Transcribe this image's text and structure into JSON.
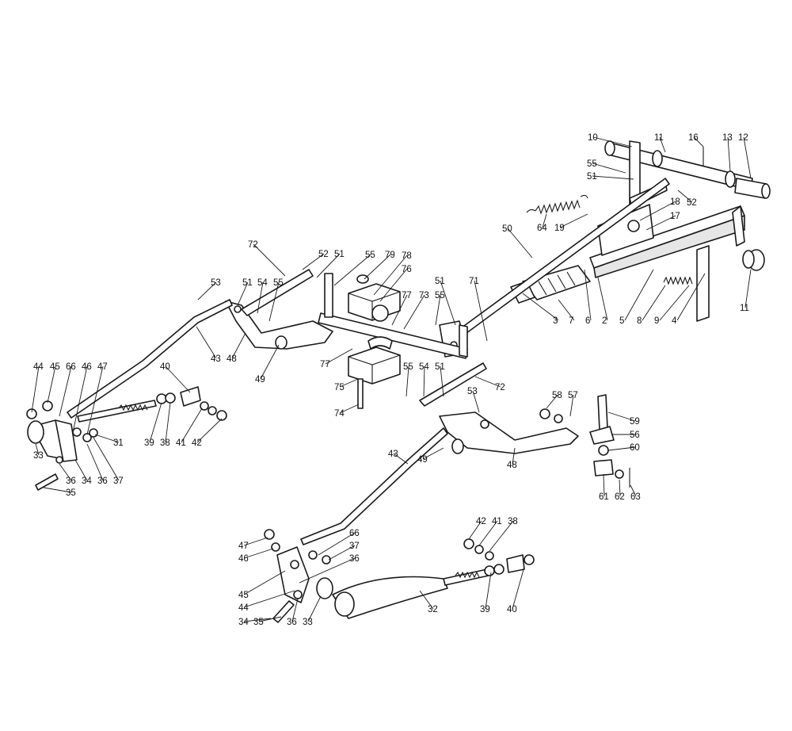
{
  "colors": {
    "line": "#1a1a1a",
    "background": "#ffffff",
    "part_fill": "#ffffff",
    "shade": "#e6e6e6"
  },
  "callouts": [
    "10",
    "11",
    "16",
    "13",
    "12",
    "55",
    "51",
    "52",
    "18",
    "17",
    "64",
    "19",
    "50",
    "72",
    "52",
    "51",
    "55",
    "79",
    "78",
    "76",
    "53",
    "51",
    "54",
    "55",
    "77",
    "73",
    "51",
    "71",
    "55",
    "3",
    "7",
    "6",
    "2",
    "5",
    "8",
    "9",
    "4",
    "11",
    "43",
    "48",
    "49",
    "77",
    "75",
    "74",
    "55",
    "54",
    "51",
    "72",
    "53",
    "44",
    "45",
    "66",
    "46",
    "47",
    "40",
    "33",
    "36",
    "34",
    "36",
    "37",
    "35",
    "31",
    "39",
    "38",
    "41",
    "42",
    "58",
    "57",
    "59",
    "56",
    "60",
    "43",
    "49",
    "48",
    "61",
    "62",
    "63",
    "47",
    "46",
    "66",
    "37",
    "36",
    "45",
    "44",
    "34",
    "35",
    "36",
    "33",
    "42",
    "41",
    "38",
    "32",
    "39",
    "40"
  ]
}
